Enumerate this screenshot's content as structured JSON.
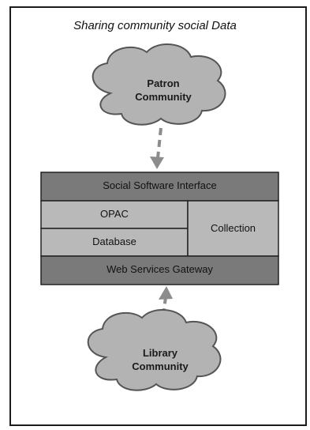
{
  "title": "Sharing community social Data",
  "clouds": {
    "patron": {
      "line1": "Patron",
      "line2": "Community"
    },
    "library": {
      "line1": "Library",
      "line2": "Community"
    }
  },
  "stack": {
    "top": "Social Software Interface",
    "opac": "OPAC",
    "database": "Database",
    "collection": "Collection",
    "bottom": "Web Services Gateway"
  },
  "colors": {
    "dark_band": "#7a7a7a",
    "light_cell": "#b9b9b9",
    "cloud_fill": "#b3b3b3",
    "arrow": "#8c8c8c"
  }
}
